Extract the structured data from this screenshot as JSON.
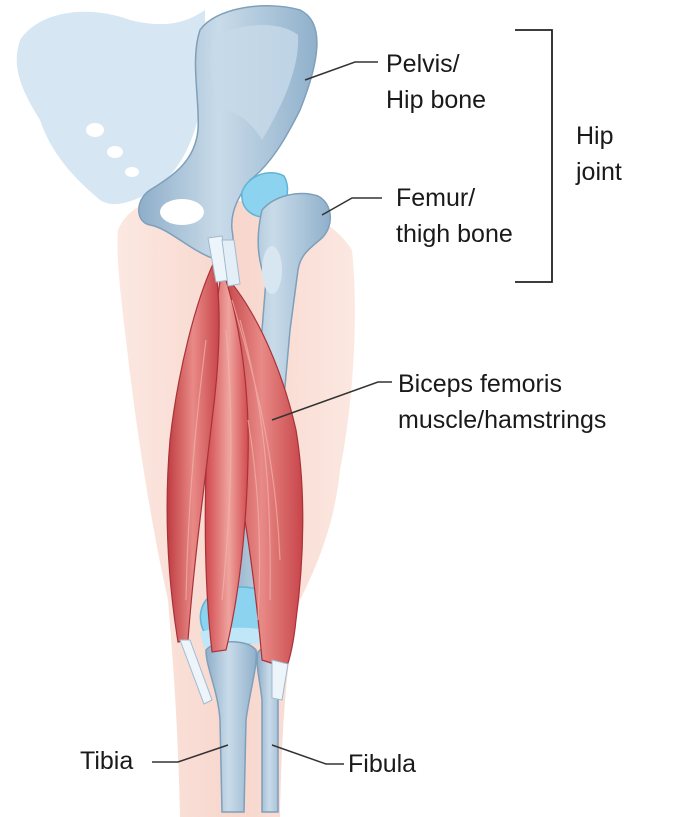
{
  "labels": {
    "pelvis": {
      "line1": "Pelvis/",
      "line2": "Hip bone"
    },
    "femur": {
      "line1": "Femur/",
      "line2": "thigh bone"
    },
    "hip_joint": {
      "line1": "Hip",
      "line2": "joint"
    },
    "biceps": {
      "line1": "Biceps femoris",
      "line2": "muscle/hamstrings"
    },
    "tibia": "Tibia",
    "fibula": "Fibula"
  },
  "colors": {
    "skin": "#f9dcd3",
    "bone": "#a9c3d9",
    "bone_light": "#d3e2ee",
    "cartilage": "#7fd0ee",
    "muscle": "#d9575a",
    "muscle_dark": "#b73a3f",
    "tendon": "#eef5fa",
    "leader": "#333333"
  }
}
